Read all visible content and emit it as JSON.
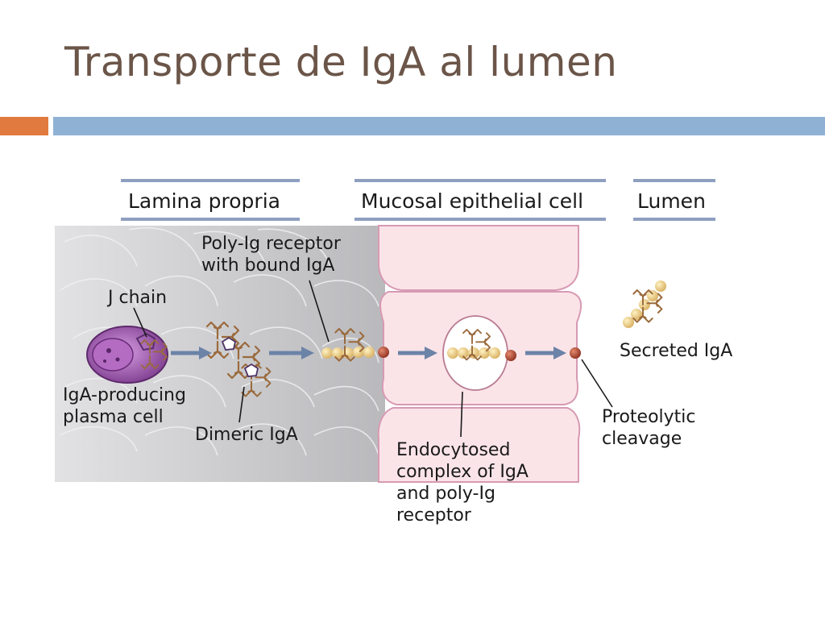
{
  "slide": {
    "title": "Transporte de IgA al lumen"
  },
  "colors": {
    "title": "#6b5548",
    "accent_bar": "#e07a3f",
    "main_bar": "#8fb2d4",
    "lamina_bg": "#c9c9cb",
    "cell_bg": "#fbe4e8",
    "cell_border": "#d79ab3",
    "plasma_cell": "#8e4a9e",
    "antibody": "#9a6a3c",
    "receptor_bead": "#e8cf84",
    "cleaved_bead": "#a8432d",
    "arrow": "#6c83a8"
  },
  "figure": {
    "headers": {
      "lamina": "Lamina propria",
      "epithelial": "Mucosal epithelial cell",
      "lumen": "Lumen"
    },
    "labels": {
      "poly_line1": "Poly-Ig receptor",
      "poly_line2": "with bound IgA",
      "jchain": "J chain",
      "iga_line1": "IgA-producing",
      "iga_line2": "plasma cell",
      "dimeric": "Dimeric IgA",
      "endo_line1": "Endocytosed",
      "endo_line2": "complex of IgA",
      "endo_line3": "and poly-Ig",
      "endo_line4": "receptor",
      "secreted": "Secreted IgA",
      "prot_line1": "Proteolytic",
      "prot_line2": "cleavage"
    }
  }
}
